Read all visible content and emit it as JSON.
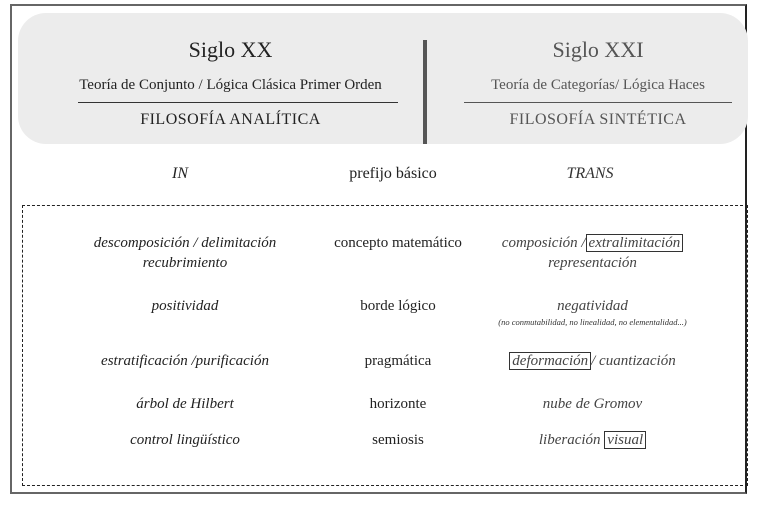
{
  "header": {
    "left": {
      "title": "Siglo XX",
      "subtitle": "Teoría de Conjunto / Lógica Clásica Primer Orden",
      "philosophy": "FILOSOFÍA ANALÍTICA"
    },
    "right": {
      "title": "Siglo XXI",
      "subtitle": "Teoría de Categorías/ Lógica Haces",
      "philosophy": "FILOSOFÍA SINTÉTICA"
    }
  },
  "columns": {
    "in": "IN",
    "middle": "prefijo básico",
    "trans": "TRANS"
  },
  "rows": [
    {
      "in_line1": "descomposición / delimitación",
      "in_line2": "recubrimiento",
      "middle": "concepto matemático",
      "trans_pre": "composición /",
      "trans_boxed": "extralimitación",
      "trans_line2": "representación"
    },
    {
      "in": "positividad",
      "middle": "borde lógico",
      "trans": "negatividad",
      "trans_note": "(no conmutabilidad, no linealidad, no elementalidad...)"
    },
    {
      "in": "estratificación /purificación",
      "middle": "pragmática",
      "trans_boxed": "deformación",
      "trans_post": "/ cuantización"
    },
    {
      "in": "árbol de Hilbert",
      "middle": "horizonte",
      "trans": "nube de Gromov"
    },
    {
      "in": "control lingüístico",
      "middle": "semiosis",
      "trans_pre": "liberación",
      "trans_boxed": "visual"
    }
  ],
  "colors": {
    "header_bg": "#ececec",
    "frame": "#666666",
    "text": "#222222",
    "muted_text": "#555555"
  }
}
